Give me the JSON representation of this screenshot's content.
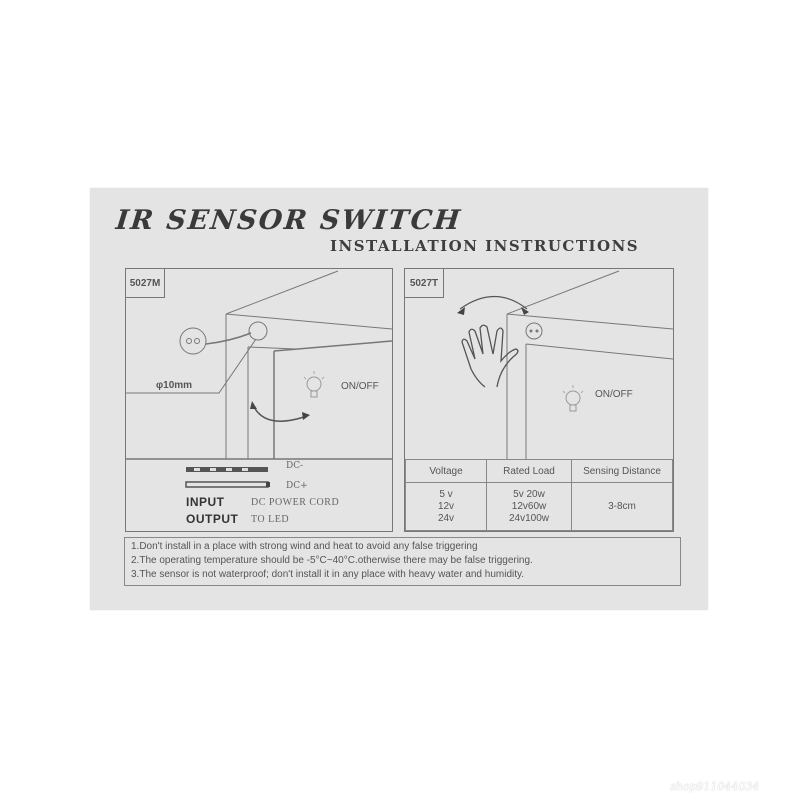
{
  "document": {
    "title": "IR SENSOR SWITCH",
    "subtitle": "INSTALLATION INSTRUCTIONS"
  },
  "panel_left": {
    "model": "5027M",
    "dimension_label": "φ10mm",
    "light_label": "ON/OFF",
    "dc_minus": "DC-",
    "dc_plus": "DC+",
    "input_label": "INPUT",
    "input_desc": "DC POWER CORD",
    "output_label": "OUTPUT",
    "output_desc": "TO LED"
  },
  "panel_right": {
    "model": "5027T",
    "light_label": "ON/OFF",
    "table": {
      "headers": [
        "Voltage",
        "Rated Load",
        "Sensing Distance"
      ],
      "voltage": [
        "5 v",
        "12v",
        "24v"
      ],
      "rated_load": [
        "5v 20w",
        "12v60w",
        "24v100w"
      ],
      "sensing_distance": "3-8cm"
    }
  },
  "notes": [
    "1.Don't install in a place with strong wind and heat to avoid any false triggering",
    "2.The operating temperature should be -5°C~40°C.otherwise there may be false triggering.",
    "3.The sensor is not waterproof; don't install it in any place with heavy water and humidity."
  ],
  "icons": [
    "light-bulb-icon",
    "hand-icon",
    "sensor-icon",
    "swipe-arrow-icon"
  ],
  "colors": {
    "card": "#e4e4e4",
    "ink": "#444444",
    "line": "#777777"
  },
  "watermark": "shop911044034"
}
